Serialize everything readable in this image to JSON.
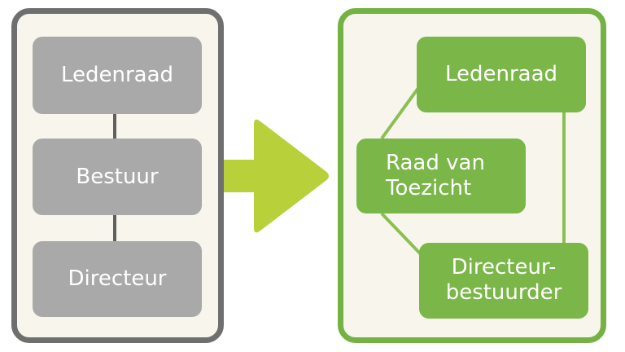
{
  "colors": {
    "left_border": "#6f6f6f",
    "right_border": "#74b243",
    "panel_fill": "#f8f6ec",
    "gray_box": "#a9a9a9",
    "green_box": "#7ab648",
    "arrow": "#b8d03a",
    "gray_line": "#5f5f5f",
    "green_line": "#8bbf55"
  },
  "left": {
    "nodes": [
      "Ledenraad",
      "Bestuur",
      "Directeur"
    ]
  },
  "right": {
    "top": "Ledenraad",
    "middle_line1": "Raad van",
    "middle_line2": "Toezicht",
    "bottom_line1": "Directeur-",
    "bottom_line2": "bestuurder"
  },
  "arrow_icon": "right-arrow-icon"
}
